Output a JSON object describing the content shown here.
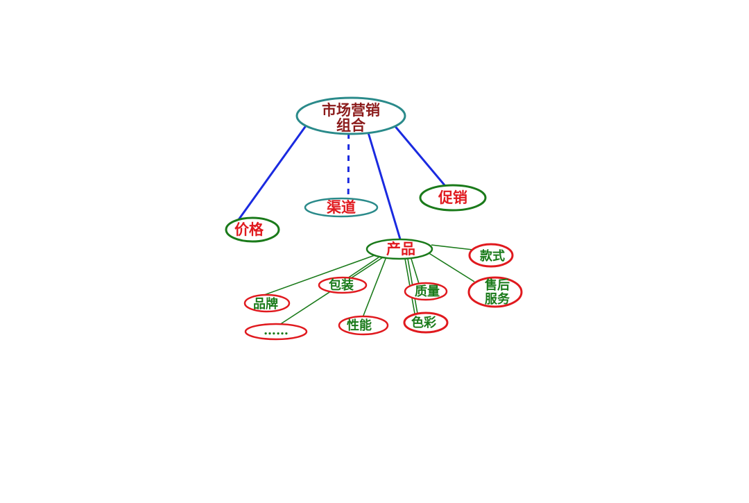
{
  "diagram": {
    "root": {
      "line1": "市场营销",
      "line2": "组合"
    },
    "channel": "渠道",
    "promotion": "促销",
    "price": "价格",
    "product": "产品",
    "product_items": {
      "style": "款式",
      "after_sales_line1": "售后",
      "after_sales_line2": "服务",
      "quality": "质量",
      "packaging": "包装",
      "brand": "品牌",
      "performance": "性能",
      "color": "色彩",
      "more": "……"
    }
  },
  "colors": {
    "root_outline": "#2a8a8a",
    "root_text": "#8b1a1a",
    "main_lines": "#1a2ae0",
    "green_outline": "#1a7a1a",
    "red_outline": "#e0191e",
    "red_text": "#e0191e",
    "green_text": "#1a7a1a"
  }
}
